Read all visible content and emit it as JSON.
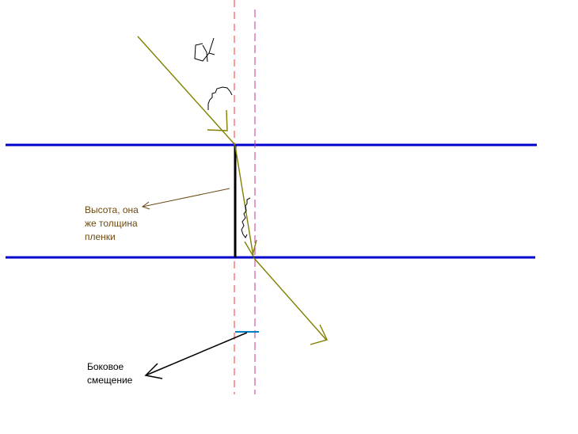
{
  "colors": {
    "film_boundary": "#0000cc",
    "ray": "#808000",
    "normal_line": "#ff3333",
    "shifted_line": "#cc3399",
    "thickness_line": "#000000",
    "shift_marker": "#0080c0",
    "height_label_text": "#6b4a12",
    "shift_label_text": "#000000"
  },
  "labels": {
    "height_line1": "Высота, она",
    "height_line2": "же толщина",
    "height_line3": "пленки",
    "shift_line1": "Боковое",
    "shift_line2": "смещение"
  },
  "icons": {
    "alpha_symbol": "handwritten-alpha-angle-glyph",
    "incidence_arc": "angle-arc",
    "refraction_arc": "angle-arc"
  }
}
